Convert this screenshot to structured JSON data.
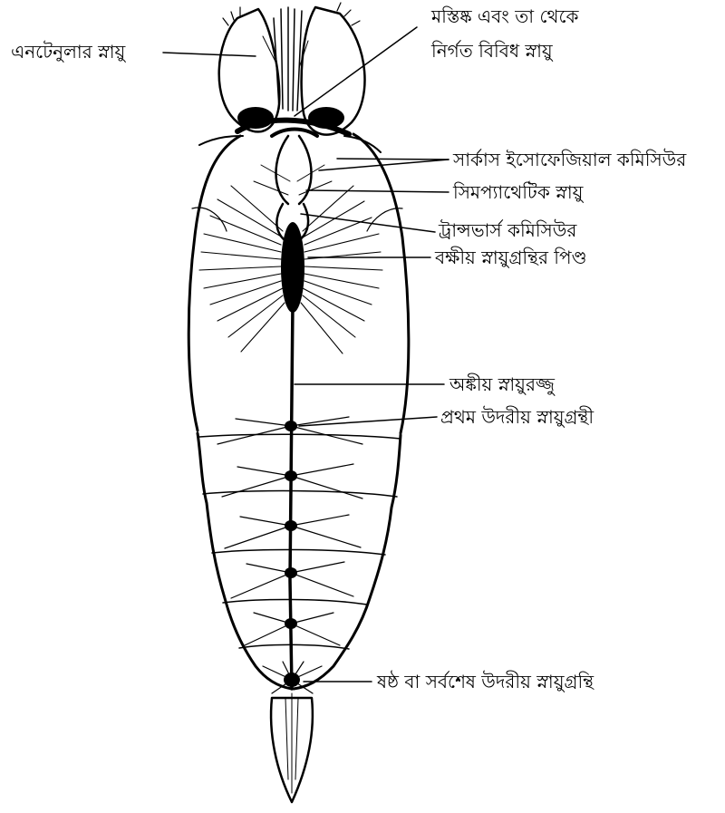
{
  "diagram": {
    "labels": {
      "antennular_nerve": "এনটেনুলার স্নায়ু",
      "brain_line1": "মস্তিষ্ক এবং তা থেকে",
      "brain_line2": "নির্গত বিবিধ স্নায়ু",
      "circumoesophageal": "সার্কাস ইসোফেজিয়াল কমিসিউর",
      "sympathetic": "সিমপ্যাথেটিক স্নায়ু",
      "transverse": "ট্রান্সভার্স কমিসিউর",
      "thoracic_mass": "বক্ষীয় স্নায়ুগ্রন্থির পিণ্ড",
      "ventral_cord": "অঙ্কীয় স্নায়ুরজ্জু",
      "first_abdominal": "প্রথম উদরীয় স্নায়ুগ্রন্থী",
      "sixth_abdominal": "ষষ্ঠ বা সর্বশেষ উদরীয় স্নায়ুগ্রন্থি"
    },
    "colors": {
      "ink": "#000000",
      "background": "#ffffff"
    }
  }
}
